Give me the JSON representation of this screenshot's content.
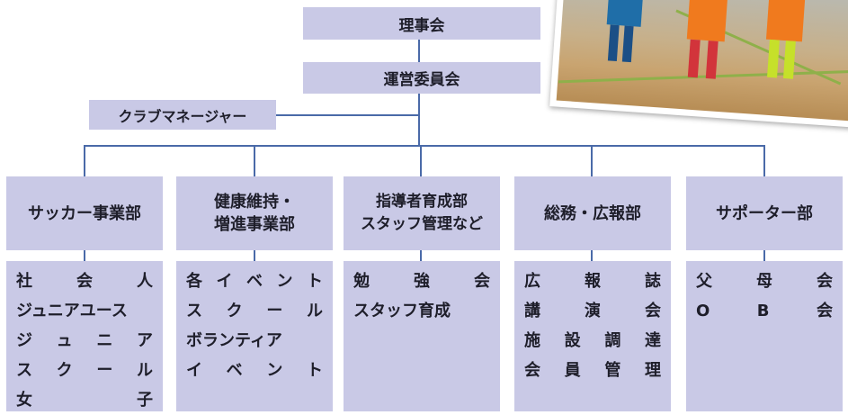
{
  "org": {
    "board": "理事会",
    "committee": "運営委員会",
    "manager": "クラブマネージャー"
  },
  "departments": [
    {
      "name": [
        "サッカー事業部"
      ],
      "items": [
        [
          "社",
          "会",
          "人"
        ],
        [
          "ジュニアユース"
        ],
        [
          "ジ",
          "ュ",
          "ニ",
          "ア"
        ],
        [
          "ス",
          "ク",
          "ー",
          "ル"
        ],
        [
          "女",
          "子"
        ]
      ]
    },
    {
      "name": [
        "健康維持・",
        "増進事業部"
      ],
      "items": [
        [
          "各",
          "イ",
          "ベ",
          "ン",
          "ト"
        ],
        [
          "ス",
          "ク",
          "ー",
          "ル"
        ],
        [
          "ボランティア"
        ],
        [
          "イ",
          "ベ",
          "ン",
          "ト"
        ]
      ]
    },
    {
      "name": [
        "指導者育成部",
        "スタッフ管理など"
      ],
      "items": [
        [
          "勉",
          "強",
          "会"
        ],
        [
          "スタッフ育成"
        ]
      ]
    },
    {
      "name": [
        "総務・広報部"
      ],
      "items": [
        [
          "広",
          "報",
          "誌"
        ],
        [
          "講",
          "演",
          "会"
        ],
        [
          "施",
          "設",
          "調",
          "達"
        ],
        [
          "会",
          "員",
          "管",
          "理"
        ]
      ]
    },
    {
      "name": [
        "サポーター部"
      ],
      "items": [
        [
          "父",
          "母",
          "会"
        ],
        [
          "O",
          "B",
          "会"
        ]
      ]
    }
  ],
  "colors": {
    "box": "#c9c9e6",
    "line": "#4a6aa8"
  },
  "photo": {
    "subject": "children playing futsal in gymnasium"
  }
}
